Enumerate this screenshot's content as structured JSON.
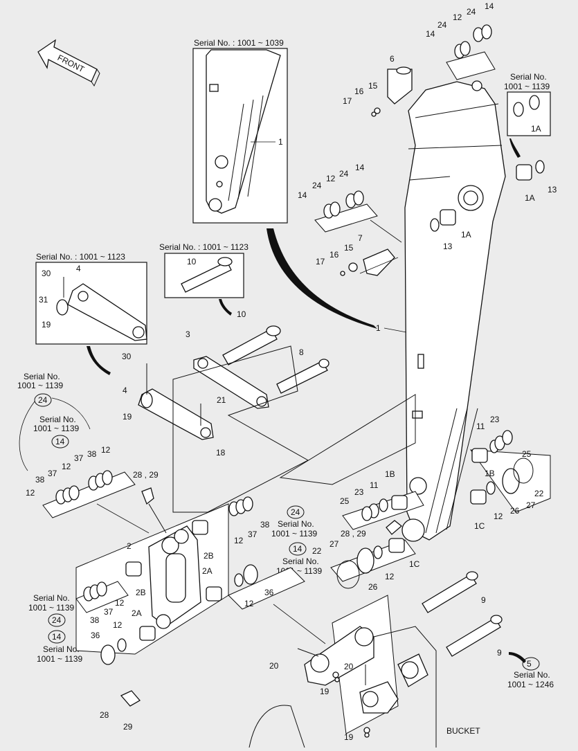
{
  "direction_label": "FRONT",
  "bucket_label": "BUCKET",
  "serial_notes": {
    "boom_inset": "Serial No. : 1001 ~ 1039",
    "link_inset": "Serial No. : 1001 ~ 1123",
    "pin_inset": "Serial No. : 1001 ~ 1123",
    "bush_top_line1": "Serial No.",
    "bush_top_line2": "1001 ~ 1139",
    "left_24_line1": "Serial No.",
    "left_24_line2": "1001 ~ 1139",
    "left_14_line1": "Serial No.",
    "left_14_line2": "1001 ~ 1139",
    "mid_24_line1": "Serial No.",
    "mid_24_line2": "1001 ~ 1139",
    "mid_14_line1": "Serial No.",
    "mid_14_line2": "1001 ~ 1139",
    "low_left_line1": "Serial No.",
    "low_left_line2": "1001 ~ 1139",
    "low_14_line1": "Serial No.",
    "low_14_line2": "1001 ~ 1139",
    "bottom_right_line1": "Serial No.",
    "bottom_right_line2": "1001 ~ 1246"
  },
  "callouts": {
    "c1": "1",
    "c1b": "1",
    "c1a": "1A",
    "c1a_b": "1A",
    "c1a_c": "1A",
    "c1b_label": "1B",
    "c1b_label2": "1B",
    "c1c": "1C",
    "c1c_b": "1C",
    "c2": "2",
    "c2a": "2A",
    "c2a_b": "2A",
    "c2b": "2B",
    "c2b_b": "2B",
    "c3": "3",
    "c4": "4",
    "c4b": "4",
    "c5": "5",
    "c6": "6",
    "c7": "7",
    "c8": "8",
    "c9": "9",
    "c9b": "9",
    "c10": "10",
    "c10b": "10",
    "c11": "11",
    "c11b": "11",
    "c12": "12",
    "c13": "13",
    "c13b": "13",
    "c14": "14",
    "c15": "15",
    "c15b": "15",
    "c16": "16",
    "c16b": "16",
    "c17": "17",
    "c17b": "17",
    "c18": "18",
    "c19": "19",
    "c19b": "19",
    "c20": "20",
    "c20b": "20",
    "c21": "21",
    "c22": "22",
    "c22b": "22",
    "c23": "23",
    "c23b": "23",
    "c24": "24",
    "c25": "25",
    "c25b": "25",
    "c26": "26",
    "c26b": "26",
    "c27": "27",
    "c27b": "27",
    "c28": "28",
    "c28_29": "28 , 29",
    "c28_29b": "28 , 29",
    "c29": "29",
    "c30": "30",
    "c30b": "30",
    "c31": "31",
    "c36": "36",
    "c36b": "36",
    "c37": "37",
    "c38": "38"
  }
}
